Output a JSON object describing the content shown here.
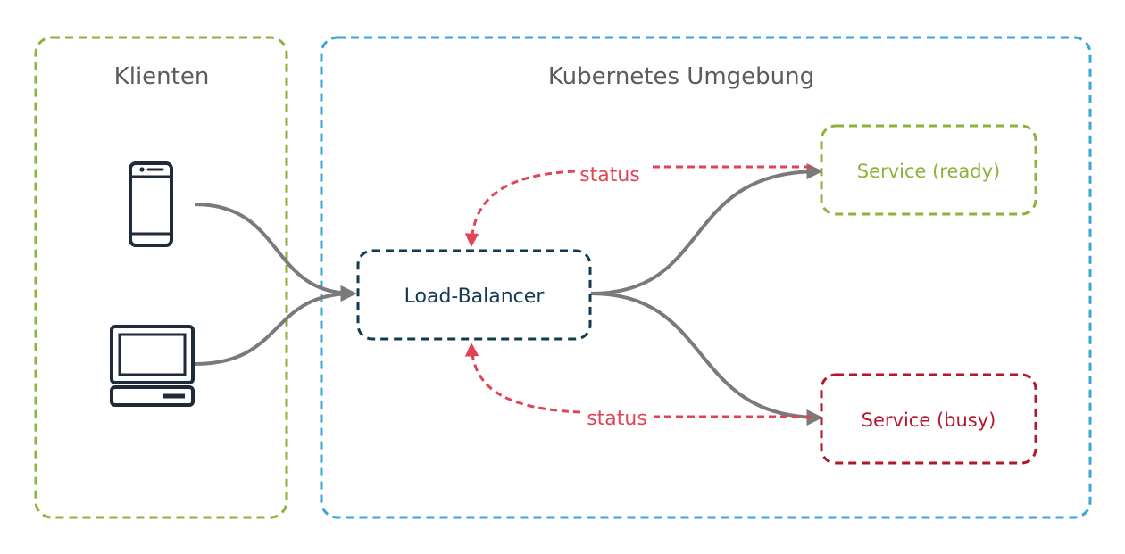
{
  "clients_panel": {
    "title": "Klienten"
  },
  "kubernetes_panel": {
    "title": "Kubernetes Umgebung"
  },
  "load_balancer": {
    "label": "Load-Balancer"
  },
  "services": [
    {
      "label": "Service (ready)"
    },
    {
      "label": "Service (busy)"
    }
  ],
  "status_links": [
    {
      "label": "status"
    },
    {
      "label": "status"
    }
  ],
  "icons": [
    "smartphone-icon",
    "desktop-computer-icon"
  ],
  "colors": {
    "clients_border": "#8db33a",
    "kubernetes_border": "#3aa7d6",
    "load_balancer": "#123a52",
    "service_ready": "#8db33a",
    "service_busy": "#b5172a",
    "status": "#e04556",
    "arrow": "#7a7a7a",
    "label_gray": "#5c5c5c",
    "device": "#1f2a3a"
  }
}
